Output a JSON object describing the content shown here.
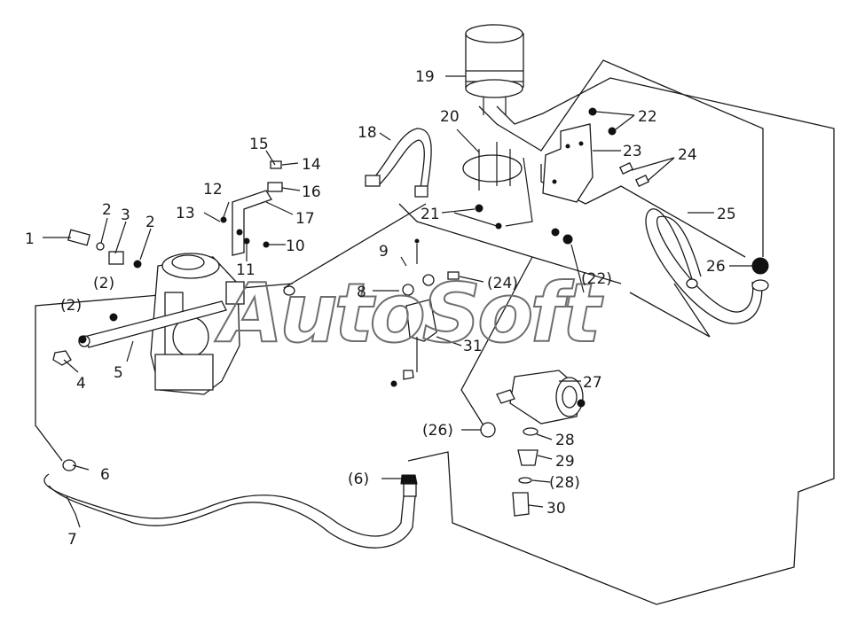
{
  "watermark": "AutoSoft",
  "labels": {
    "l1": "1",
    "l2a": "2",
    "l2b": "2",
    "l3": "3",
    "l4": "4",
    "l5": "5",
    "l6a": "6",
    "l6b": "(6)",
    "l7": "7",
    "l8": "8",
    "l9": "9",
    "l10": "10",
    "l11": "11",
    "l12": "12",
    "l13": "13",
    "l14": "14",
    "l15": "15",
    "l16": "16",
    "l17": "17",
    "l18": "18",
    "l19": "19",
    "l20": "20",
    "l21": "21",
    "l22": "22",
    "l22b": "(22)",
    "l23": "23",
    "l24": "24",
    "l24b": "(24)",
    "l25": "25",
    "l26": "26",
    "l26b": "(26)",
    "l27": "27",
    "l28": "28",
    "l28b": "(28)",
    "l29": "29",
    "l30": "30",
    "l31": "31",
    "l2c": "(2)",
    "l2d": "(2)"
  }
}
